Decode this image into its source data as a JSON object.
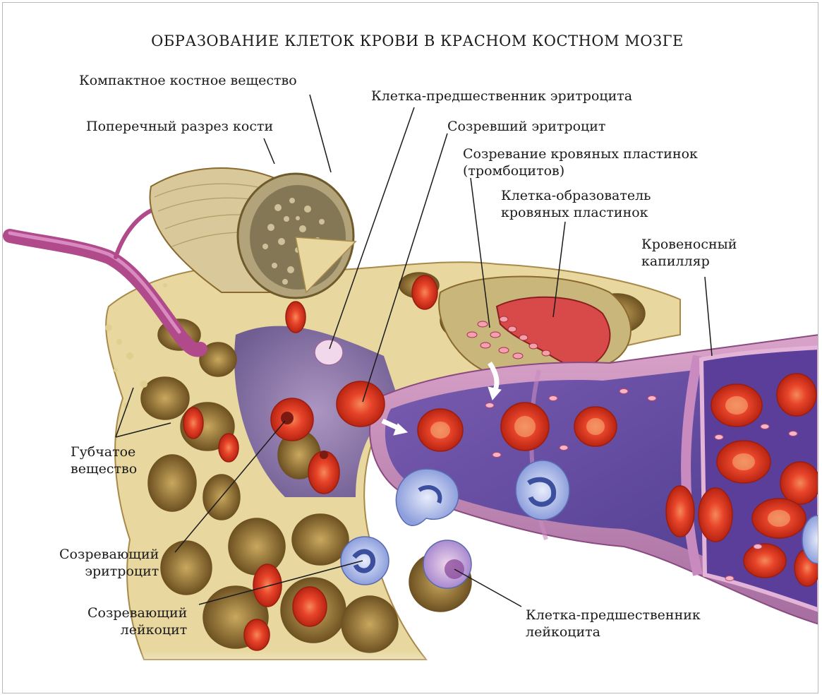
{
  "title": "ОБРАЗОВАНИЕ КЛЕТОК КРОВИ В КРАСНОМ КОСТНОМ МОЗГЕ",
  "labels": {
    "compact_bone": "Компактное костное вещество",
    "erythrocyte_precursor": "Клетка-предшественник эритроцита",
    "bone_cross_section": "Поперечный разрез кости",
    "mature_erythrocyte": "Созревший эритроцит",
    "platelet_maturation": "Созревание кровяных пластинок\n(тромбоцитов)",
    "platelet_forming_cell": "Клетка-образователь\nкровяных пластинок",
    "blood_capillary": "Кровеносный\nкапилляр",
    "spongy_bone": "Губчатое\nвещество",
    "maturing_erythrocyte": "Созревающий\nэритроцит",
    "maturing_leukocyte": "Созревающий\nлейкоцит",
    "leukocyte_precursor": "Клетка-предшественник\nлейкоцита"
  },
  "colors": {
    "bone": "#e6d49a",
    "bone_dark": "#8a6a2e",
    "marrow": "#6e5a9e",
    "capillary": "#c48ab8",
    "erythrocyte": "#e03a22",
    "leukocyte": "#a9b6e6",
    "vessel": "#b04a8a"
  }
}
